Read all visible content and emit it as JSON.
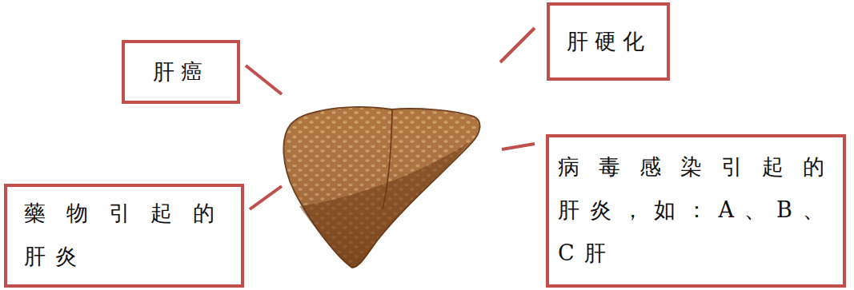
{
  "diagram": {
    "nodes": [
      {
        "text": [
          "肝硬化"
        ]
      },
      {
        "text": [
          "肝癌"
        ]
      },
      {
        "text": [
          "病毒感染引起的 肝炎，如：A、B、 C肝"
        ]
      },
      {
        "text": [
          "藥物引起的 肝炎"
        ]
      }
    ]
  }
}
